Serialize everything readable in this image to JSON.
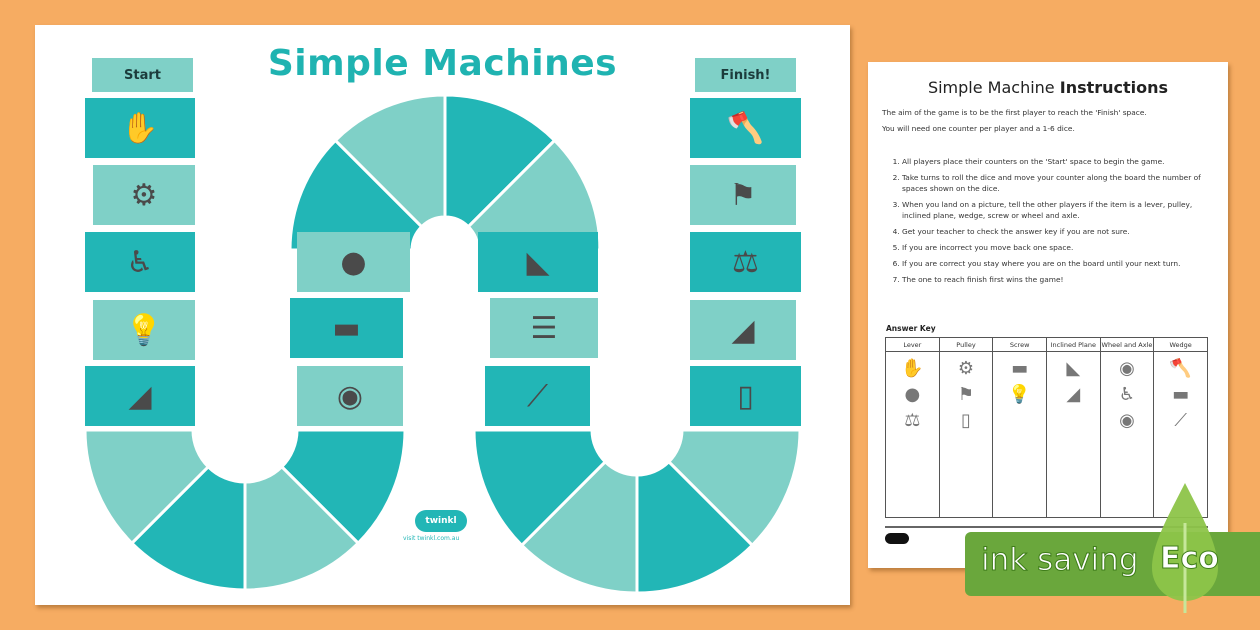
{
  "board": {
    "title": "Simple Machines",
    "start_label": "Start",
    "finish_label": "Finish!",
    "logo_text": "twinkl",
    "logo_url": "visit twinkl.com.au",
    "colors": {
      "dark_tile": "#22b6b6",
      "light_tile": "#7fd0c7",
      "title": "#1fb3b1",
      "background": "#f6ac62"
    },
    "left_column": [
      {
        "icon": "hand-lever-icon",
        "glyph": "✋"
      },
      {
        "icon": "pulley-icon",
        "glyph": "⚙"
      },
      {
        "icon": "wheelchair-icon",
        "glyph": "♿"
      },
      {
        "icon": "light-bulb-icon",
        "glyph": "💡"
      },
      {
        "icon": "ramps-icon",
        "glyph": "◢"
      }
    ],
    "middle_left_column": [
      {
        "icon": "rock-crowbar-icon",
        "glyph": "●"
      },
      {
        "icon": "paint-roller-icon",
        "glyph": "▬"
      },
      {
        "icon": "door-knob-icon",
        "glyph": "◉"
      }
    ],
    "middle_right_column": [
      {
        "icon": "truck-ramp-icon",
        "glyph": "◣"
      },
      {
        "icon": "window-blind-icon",
        "glyph": "☰"
      },
      {
        "icon": "oar-icon",
        "glyph": "⟋"
      }
    ],
    "right_column": [
      {
        "icon": "axe-log-icon",
        "glyph": "🪓"
      },
      {
        "icon": "flagpole-icon",
        "glyph": "⚑"
      },
      {
        "icon": "seesaw-icon",
        "glyph": "⚖"
      },
      {
        "icon": "wheelbarrow-ramp-icon",
        "glyph": "◢"
      },
      {
        "icon": "jar-lid-icon",
        "glyph": "▯"
      }
    ]
  },
  "instructions": {
    "title_plain": "Simple Machine",
    "title_bold": "Instructions",
    "intro": [
      "The aim of the game is to be the first player to reach the 'Finish' space.",
      "You will need one counter per player and a 1-6 dice."
    ],
    "steps": [
      "All players place their counters on the 'Start' space to begin the game.",
      "Take turns to roll the dice and move your counter along the board the number of spaces shown on the dice.",
      "When you land on a picture, tell the other players if the item is a lever, pulley, inclined plane, wedge, screw or wheel and axle.",
      "Get your teacher to check the answer key if you are not sure.",
      "If you are incorrect you move back one space.",
      "If you are correct you stay where you are on the board until your next turn.",
      "The one to reach finish first wins the game!"
    ],
    "answer_key_label": "Answer Key",
    "answer_key_columns": [
      "Lever",
      "Pulley",
      "Screw",
      "Inclined Plane",
      "Wheel and Axle",
      "Wedge"
    ]
  },
  "badge": {
    "text": "ink saving",
    "eco": "Eco",
    "color": "#6aa73c"
  }
}
